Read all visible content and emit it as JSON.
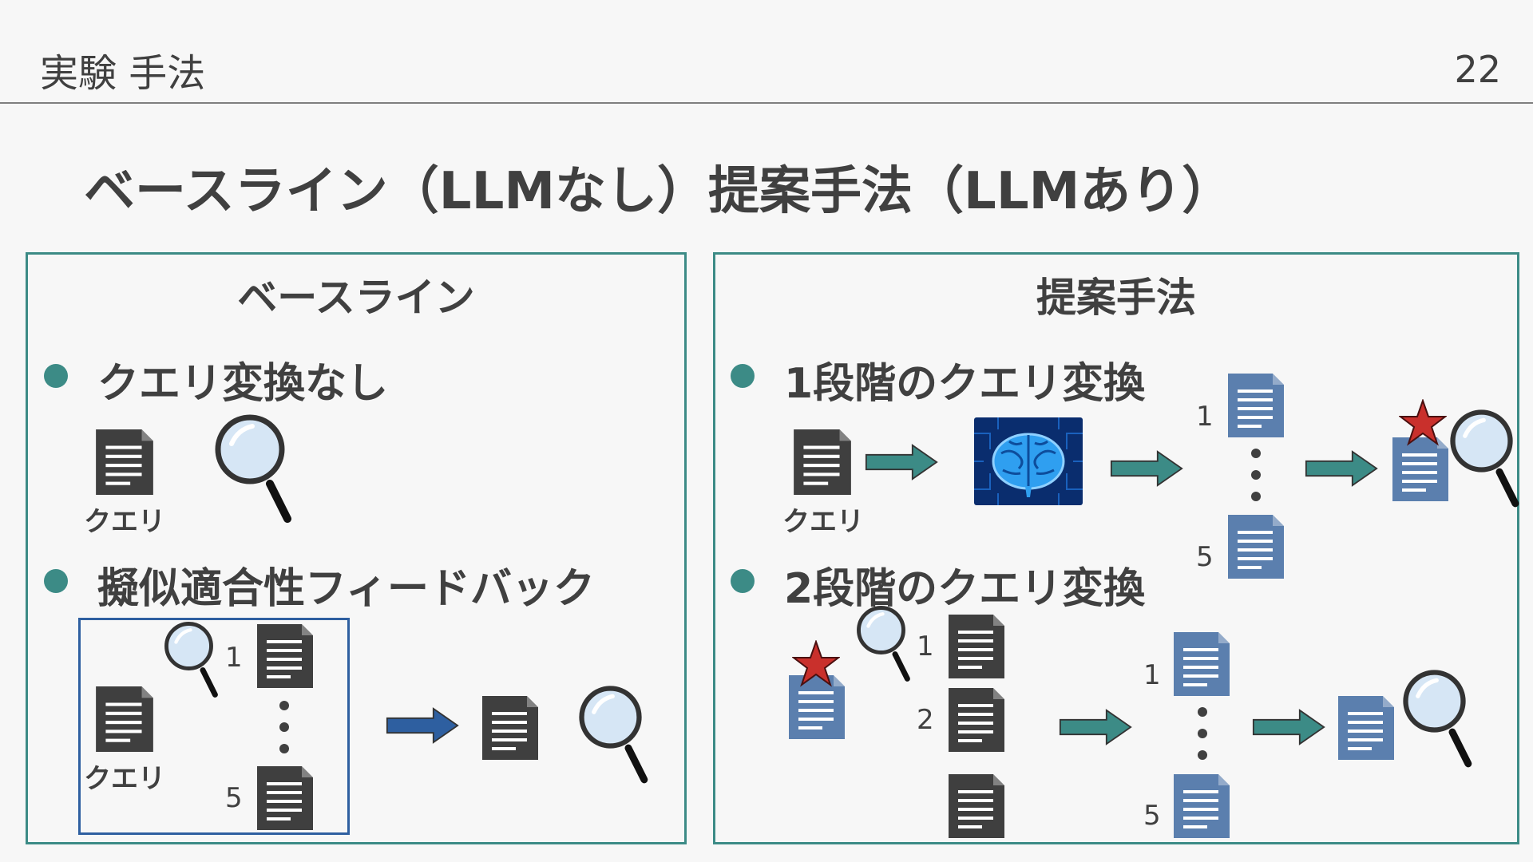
{
  "header": {
    "title": "実験 手法",
    "page_number": "22"
  },
  "main_title": "ベースライン（LLMなし）提案手法（LLMあり）",
  "baseline": {
    "panel_title": "ベースライン",
    "bullet1": "クエリ変換なし",
    "bullet2": "擬似適合性フィードバック",
    "query_label": "クエリ",
    "rank_first": "1",
    "rank_last": "5"
  },
  "proposed": {
    "panel_title": "提案手法",
    "bullet1": "1段階のクエリ変換",
    "bullet2": "2段階のクエリ変換",
    "query_label": "クエリ",
    "rank_1": "1",
    "rank_2": "2",
    "rank_5": "5"
  },
  "colors": {
    "accent_teal": "#3c8b86",
    "doc_dark": "#3f3f3f",
    "doc_blue": "#5b7fae",
    "arrow_blue": "#2e5fa0",
    "star_red": "#c9302c"
  },
  "icons": [
    "document-icon",
    "magnifier-icon",
    "arrow-right-icon",
    "brain-chip-icon",
    "star-icon",
    "ellipsis-dots"
  ]
}
